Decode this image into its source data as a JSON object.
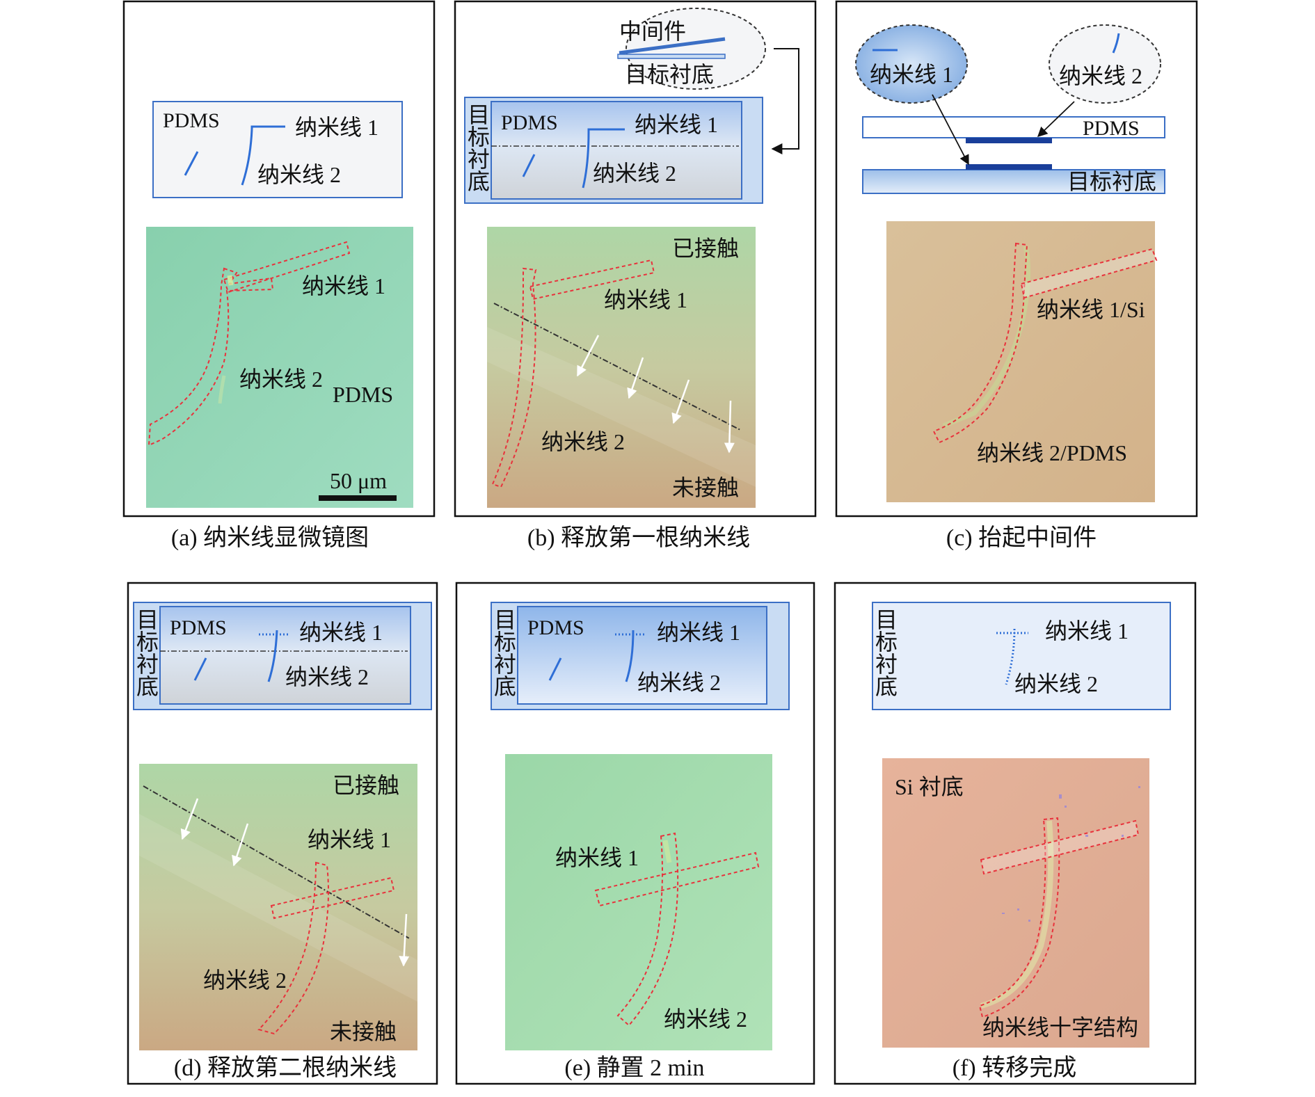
{
  "colors": {
    "nanowire_blue": "#2e6ed6",
    "outline_red": "#e8323c",
    "frame_black": "#111111",
    "pdms_green": "#9fd8b4",
    "si_tan": "#d8b58a",
    "si_pink": "#e3b09a",
    "box_blue": "#c9dcf3",
    "box_edge": "#3b6fc5"
  },
  "panels": {
    "a": {
      "caption": "(a) 纳米线显微镜图",
      "pdms": "PDMS",
      "nw1": "纳米线 1",
      "nw2": "纳米线 2",
      "img_nw1": "纳米线 1",
      "img_nw2": "纳米线 2",
      "img_pdms": "PDMS",
      "scale": "50 μm"
    },
    "b": {
      "caption": "(b) 释放第一根纳米线",
      "middle": "中间件",
      "target": "目标衬底",
      "target_v": [
        "目",
        "标",
        "衬",
        "底"
      ],
      "pdms": "PDMS",
      "nw1": "纳米线 1",
      "nw2": "纳米线 2",
      "contact": "已接触",
      "img_nw1": "纳米线 1",
      "img_nw2": "纳米线 2",
      "no_contact": "未接触"
    },
    "c": {
      "caption": "(c) 抬起中间件",
      "nw1": "纳米线 1",
      "nw2": "纳米线 2",
      "pdms": "PDMS",
      "target": "目标衬底",
      "img_nw1": "纳米线 1/Si",
      "img_nw2": "纳米线 2/PDMS"
    },
    "d": {
      "caption": "(d) 释放第二根纳米线",
      "target_v": [
        "目",
        "标",
        "衬",
        "底"
      ],
      "pdms": "PDMS",
      "nw1": "纳米线 1",
      "nw2": "纳米线 2",
      "contact": "已接触",
      "img_nw1": "纳米线 1",
      "img_nw2": "纳米线 2",
      "no_contact": "未接触"
    },
    "e": {
      "caption": "(e) 静置 2 min",
      "target_v": [
        "目",
        "标",
        "衬",
        "底"
      ],
      "pdms": "PDMS",
      "nw1": "纳米线 1",
      "nw2": "纳米线 2",
      "img_nw1": "纳米线 1",
      "img_nw2": "纳米线 2"
    },
    "f": {
      "caption": "(f) 转移完成",
      "target_v": [
        "目",
        "标",
        "衬",
        "底"
      ],
      "nw1": "纳米线 1",
      "nw2": "纳米线 2",
      "si": "Si 衬底",
      "cross": "纳米线十字结构"
    }
  }
}
